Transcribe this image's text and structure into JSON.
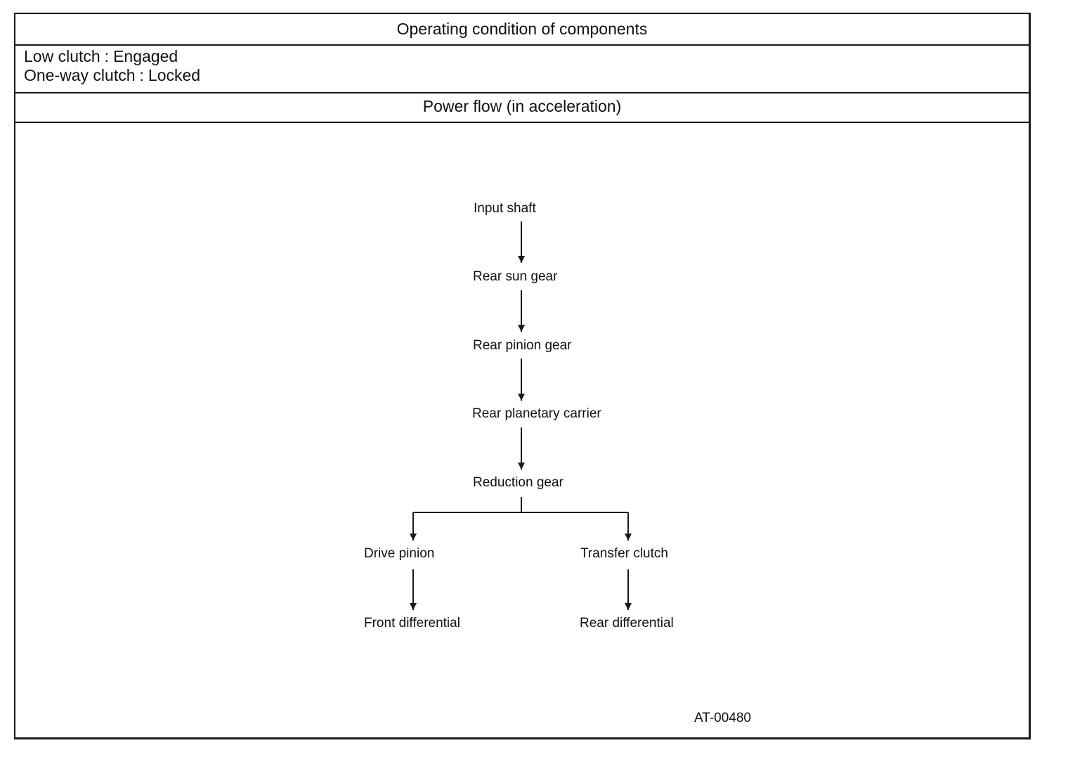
{
  "table": {
    "components_header": "Operating condition of components",
    "conditions": [
      {
        "component": "Low clutch",
        "state": "Engaged"
      },
      {
        "component": "One-way clutch",
        "state": "Locked"
      }
    ],
    "power_flow_header": "Power flow (in acceleration)"
  },
  "flow": {
    "nodes": {
      "input_shaft": "Input shaft",
      "rear_sun_gear": "Rear sun gear",
      "rear_pinion_gear": "Rear pinion gear",
      "rear_planetary_carrier": "Rear planetary carrier",
      "reduction_gear": "Reduction gear",
      "drive_pinion": "Drive pinion",
      "transfer_clutch": "Transfer clutch",
      "front_differential": "Front differential",
      "rear_differential": "Rear differential"
    },
    "edges": [
      [
        "input_shaft",
        "rear_sun_gear"
      ],
      [
        "rear_sun_gear",
        "rear_pinion_gear"
      ],
      [
        "rear_pinion_gear",
        "rear_planetary_carrier"
      ],
      [
        "rear_planetary_carrier",
        "reduction_gear"
      ],
      [
        "reduction_gear",
        "drive_pinion"
      ],
      [
        "reduction_gear",
        "transfer_clutch"
      ],
      [
        "drive_pinion",
        "front_differential"
      ],
      [
        "transfer_clutch",
        "rear_differential"
      ]
    ]
  },
  "figure_code": "AT-00480",
  "colors": {
    "line": "#1a1a1a",
    "text": "#111111",
    "background": "#ffffff"
  }
}
